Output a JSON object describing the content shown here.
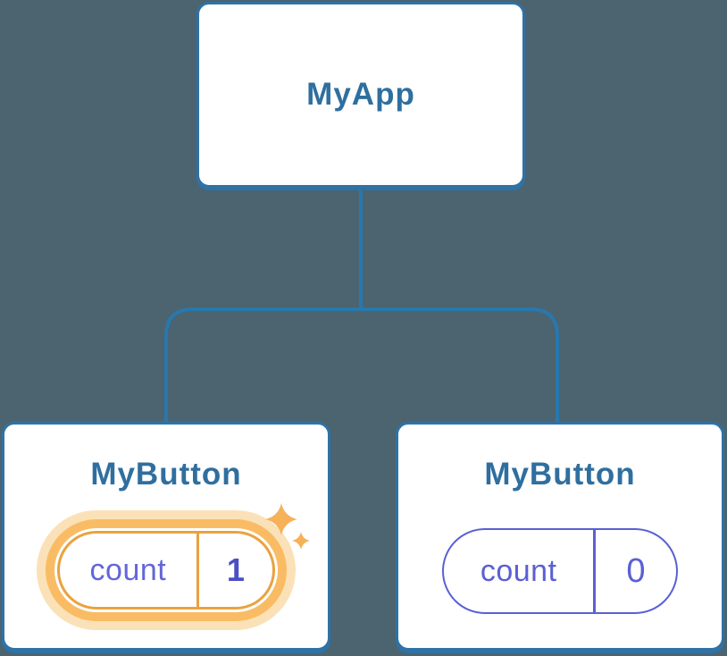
{
  "canvas": {
    "background": "#4B6470"
  },
  "root_node": {
    "title": "MyApp"
  },
  "children": [
    {
      "title": "MyButton",
      "state": {
        "key": "count",
        "value": "1"
      },
      "highlighted": true
    },
    {
      "title": "MyButton",
      "state": {
        "key": "count",
        "value": "0"
      },
      "highlighted": false
    }
  ],
  "icons": {
    "highlight": "sparkle-icon"
  },
  "colors": {
    "canvas_bg": "#4B6470",
    "connector": "#2878AE",
    "card_border": "#2E72A6",
    "title_text": "#2F6F9F",
    "state_text": "#5A60D3",
    "state_key_highlight": "#6366D9",
    "state_value_highlight": "#4A4FC4",
    "highlight_border": "#E9A240",
    "highlight_ring": "#F9BC64",
    "highlight_ring_outer": "#FBE1B7",
    "sparkle": "#F7B159"
  }
}
